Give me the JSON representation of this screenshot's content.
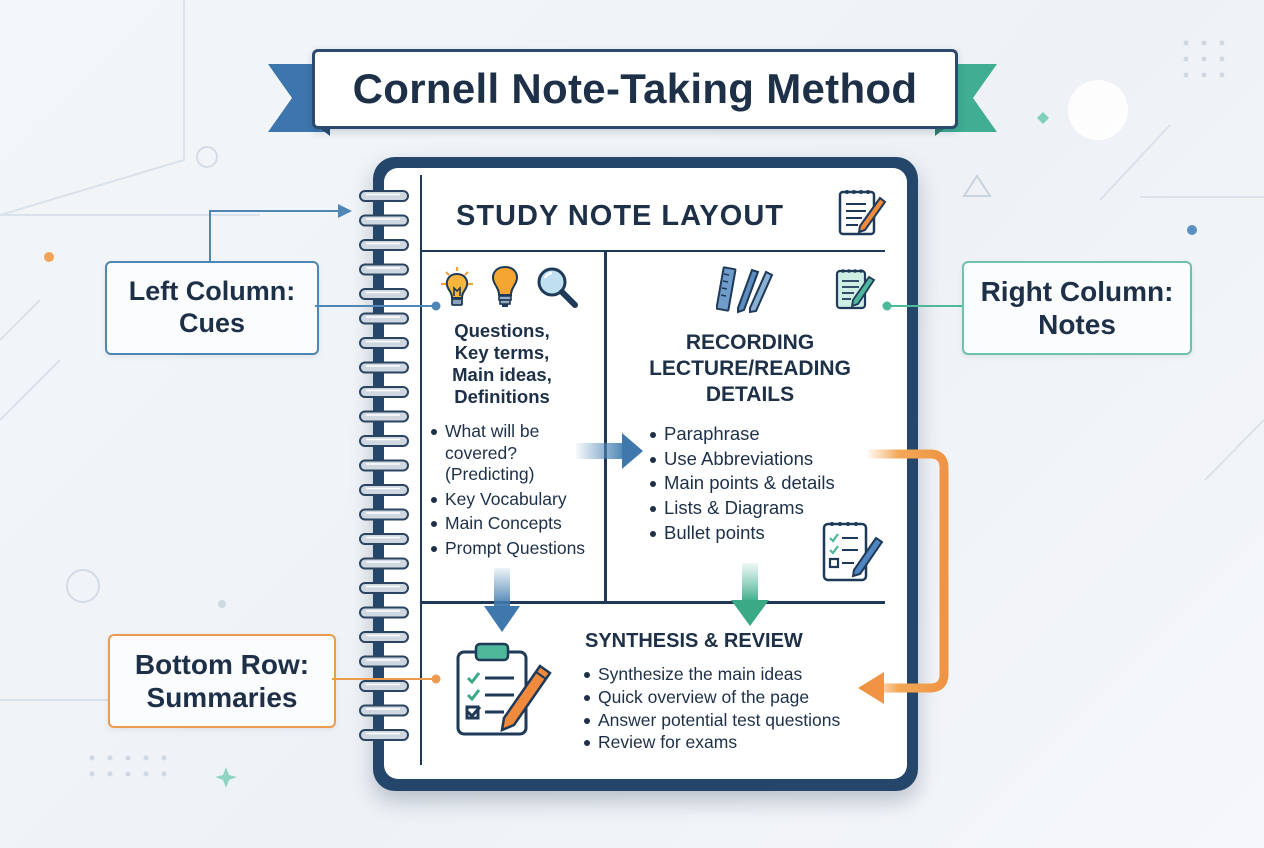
{
  "title": "Cornell Note-Taking Method",
  "notebook": {
    "title": "STUDY NOTE LAYOUT",
    "cues": {
      "heading": [
        "Questions,",
        "Key terms,",
        "Main ideas,",
        "Definitions"
      ],
      "items": [
        "What will be covered? (Predicting)",
        "Key Vocabulary",
        "Main Concepts",
        "Prompt Questions"
      ]
    },
    "notes": {
      "heading": [
        "RECORDING",
        "LECTURE/READING",
        "DETAILS"
      ],
      "items": [
        "Paraphrase",
        "Use Abbreviations",
        "Main points & details",
        "Lists & Diagrams",
        "Bullet points"
      ]
    },
    "summary": {
      "heading": "SYNTHESIS & REVIEW",
      "items": [
        "Synthesize the main ideas",
        "Quick overview of the page",
        "Answer potential test questions",
        "Review for exams"
      ]
    }
  },
  "callouts": {
    "left": [
      "Left Column:",
      "Cues"
    ],
    "right": [
      "Right Column:",
      "Notes"
    ],
    "bottom": [
      "Bottom Row:",
      "Summaries"
    ]
  },
  "colors": {
    "navy": "#24466a",
    "blue": "#4e86b5",
    "teal": "#4fb89a",
    "orange": "#ef9444"
  }
}
